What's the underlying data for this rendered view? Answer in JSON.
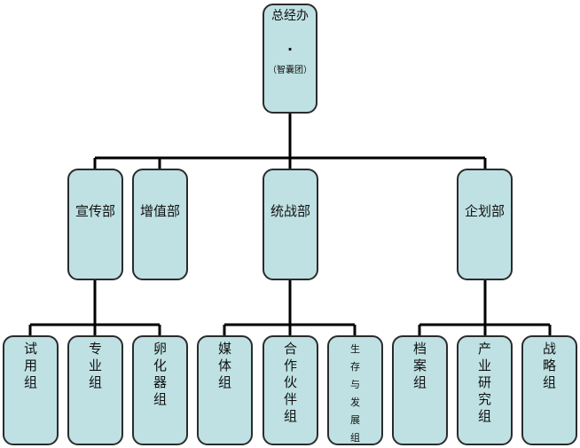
{
  "top": {
    "line1": "总经办",
    "line2": "·",
    "line3": "（智囊团）"
  },
  "departments": [
    {
      "label": "宣传部"
    },
    {
      "label": "增值部"
    },
    {
      "label": "统战部"
    },
    {
      "label": "企划部"
    }
  ],
  "groups": [
    {
      "chars": [
        "试",
        "用",
        "组"
      ]
    },
    {
      "chars": [
        "专",
        "业",
        "组"
      ]
    },
    {
      "chars": [
        "卵",
        "化",
        "器",
        "组"
      ]
    },
    {
      "chars": [
        "媒",
        "体",
        "组"
      ]
    },
    {
      "chars": [
        "合",
        "作",
        "伙",
        "伴",
        "组"
      ]
    },
    {
      "chars": [
        "生",
        "存",
        "与",
        "发",
        "展",
        "组"
      ]
    },
    {
      "chars": [
        "档",
        "案",
        "组"
      ]
    },
    {
      "chars": [
        "产",
        "业",
        "研",
        "究",
        "组"
      ]
    },
    {
      "chars": [
        "战",
        "略",
        "组"
      ]
    }
  ]
}
